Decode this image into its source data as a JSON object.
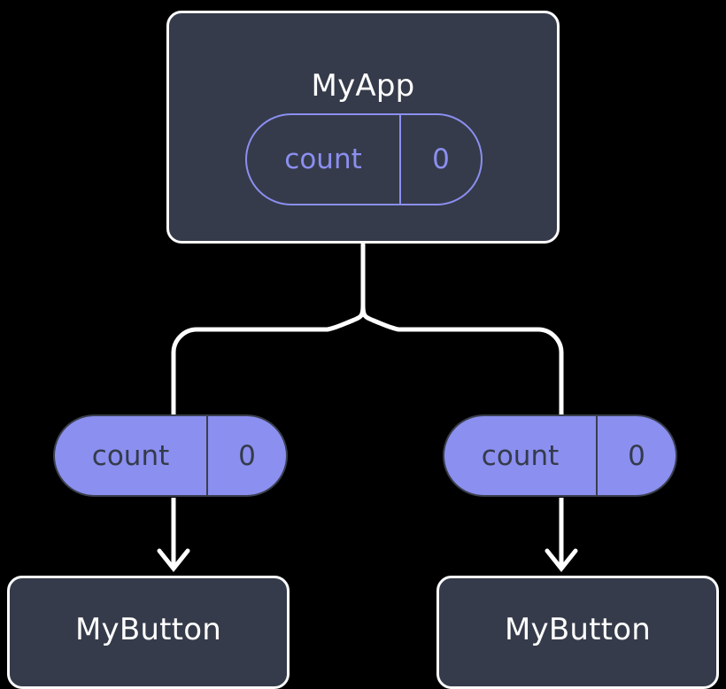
{
  "diagram": {
    "type": "component-state-tree",
    "background_color": "#000000",
    "nodes": {
      "root": {
        "label": "MyApp",
        "kind": "component-box",
        "fill": "#353b4a",
        "border": "#fbfbfd",
        "state": {
          "key": "count",
          "value": "0",
          "style": "outline",
          "color": "#8b8ff0"
        }
      },
      "left_branch": {
        "state": {
          "key": "count",
          "value": "0",
          "style": "filled",
          "fill": "#8b8ff0",
          "text_color": "#343b4a"
        },
        "child": {
          "label": "MyButton",
          "kind": "component-box",
          "fill": "#353b4a",
          "border": "#fbfbfd"
        }
      },
      "right_branch": {
        "state": {
          "key": "count",
          "value": "0",
          "style": "filled",
          "fill": "#8b8ff0",
          "text_color": "#343b4a"
        },
        "child": {
          "label": "MyButton",
          "kind": "component-box",
          "fill": "#353b4a",
          "border": "#fbfbfd"
        }
      }
    },
    "edges": {
      "color": "#ffffff",
      "fork": "split from MyApp to two child branches",
      "arrowheads": "open chevron, pointing down into each MyButton"
    }
  }
}
